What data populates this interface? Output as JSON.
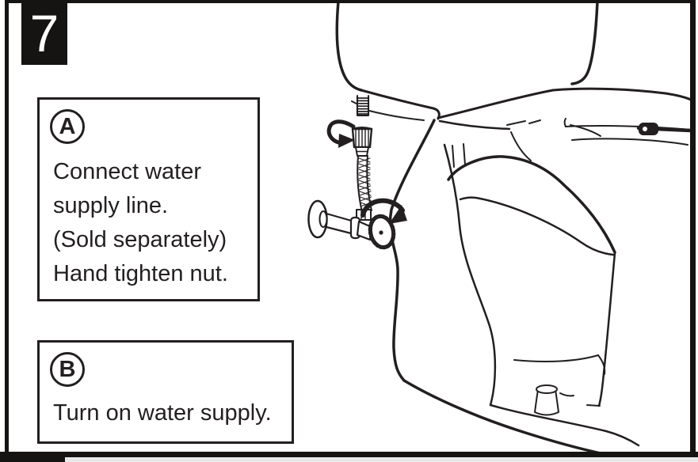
{
  "page": {
    "step_number": "7",
    "background": "#ffffff",
    "line_color": "#231f20",
    "frame_color": "#161412",
    "footer_strip_color": "#e9e9e9"
  },
  "callouts": {
    "a": {
      "label": "A",
      "lines": [
        "Connect water",
        "supply line.",
        "(Sold separately)",
        "Hand tighten nut."
      ]
    },
    "b": {
      "label": "B",
      "lines": [
        "Turn on water supply."
      ]
    }
  },
  "illustration": {
    "alt": "Toilet side view showing water supply line connected to fill valve shank and shut-off valve",
    "icons": {
      "nut_rotation": "rotate-counterclockwise-arrow",
      "valve_rotation": "rotate-clockwise-arrow"
    }
  }
}
